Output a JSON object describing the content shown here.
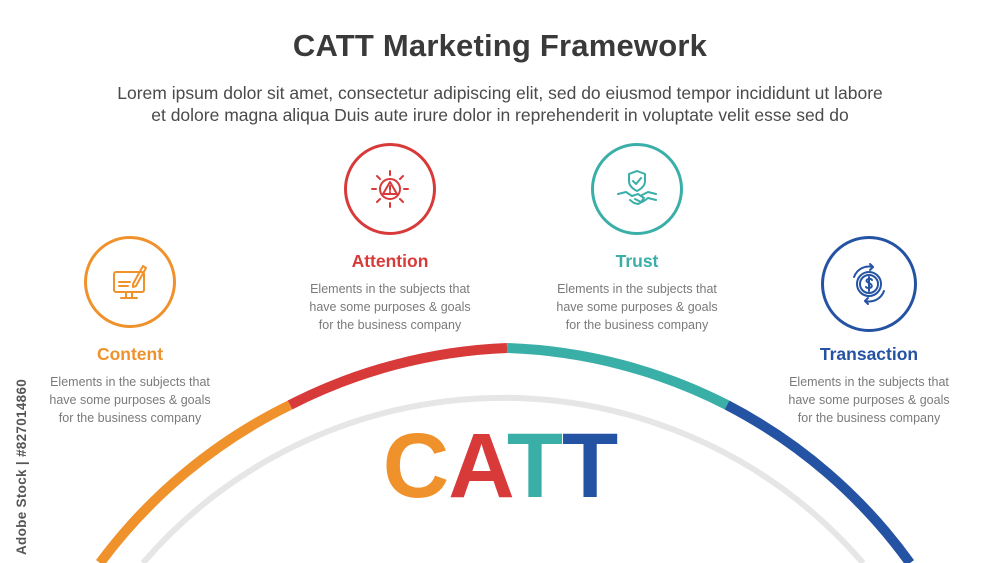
{
  "title": "CATT Marketing Framework",
  "subtitle_line1": "Lorem ipsum dolor sit amet, consectetur adipiscing elit, sed do eiusmod tempor incididunt ut labore",
  "subtitle_line2": "et dolore magna aliqua Duis aute irure dolor in reprehenderit in voluptate velit esse sed do",
  "colors": {
    "content": "#f0922c",
    "attention": "#d83a3a",
    "trust": "#3aafa8",
    "transaction": "#2553a3",
    "inner_arc": "#e6e6e6"
  },
  "steps": [
    {
      "key": "content",
      "label": "Content",
      "icon": "computer-edit-icon",
      "desc": [
        "Elements in the subjects that",
        "have  some purposes & goals",
        "for the  business company"
      ]
    },
    {
      "key": "attention",
      "label": "Attention",
      "icon": "alert-icon",
      "desc": [
        "Elements in the subjects that",
        "have  some purposes & goals",
        "for the  business company"
      ]
    },
    {
      "key": "trust",
      "label": "Trust",
      "icon": "handshake-shield-icon",
      "desc": [
        "Elements in the subjects that",
        "have  some purposes & goals",
        "for the  business company"
      ]
    },
    {
      "key": "transaction",
      "label": "Transaction",
      "icon": "dollar-exchange-icon",
      "desc": [
        "Elements in the subjects that",
        "have  some purposes & goals",
        "for the  business company"
      ]
    }
  ],
  "catt_letters": [
    "C",
    "A",
    "T",
    "T"
  ],
  "watermark": "Adobe Stock | #827014860"
}
